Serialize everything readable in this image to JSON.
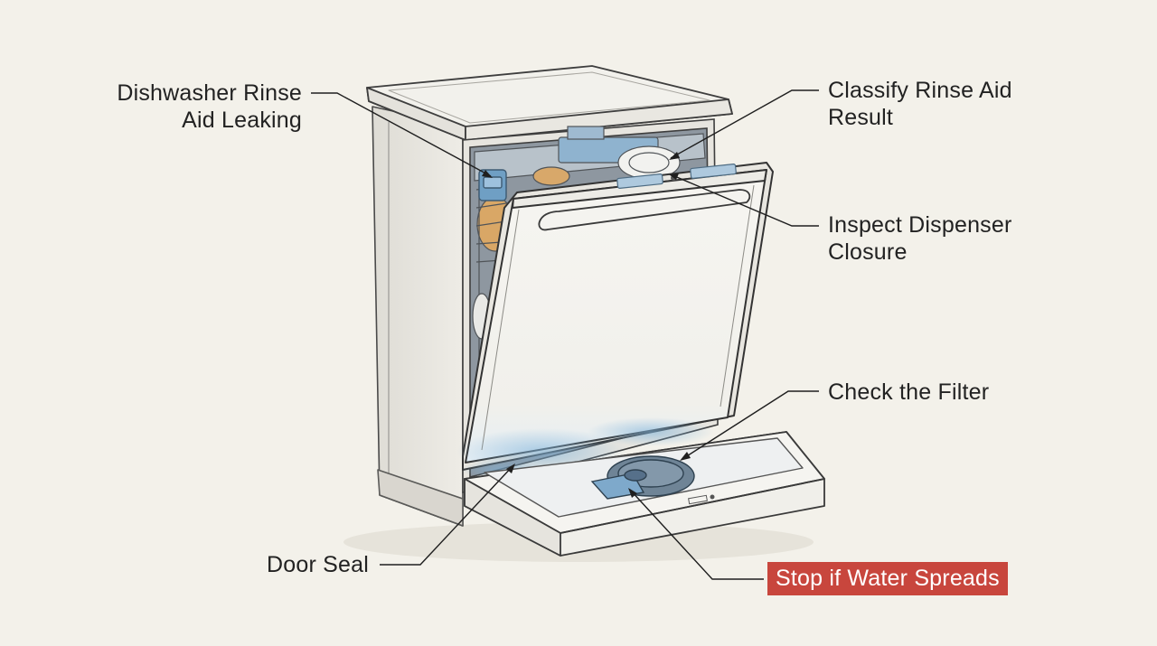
{
  "labels": {
    "leak": {
      "line1": "Dishwasher Rinse",
      "line2": "Aid Leaking"
    },
    "classify": {
      "line1": "Classify Rinse Aid",
      "line2": "Result"
    },
    "inspect": {
      "line1": "Inspect Dispenser",
      "line2": "Closure"
    },
    "filter": {
      "text": "Check the Filter"
    },
    "seal": {
      "text": "Door Seal"
    },
    "stop": {
      "text": "Stop if Water Spreads"
    }
  },
  "colors": {
    "background": "#f3f1ea",
    "ink": "#2a2a2a",
    "warning": "#c8463d",
    "water": "#8fbcdc",
    "dispenser_blue": "#6f9fc4"
  }
}
